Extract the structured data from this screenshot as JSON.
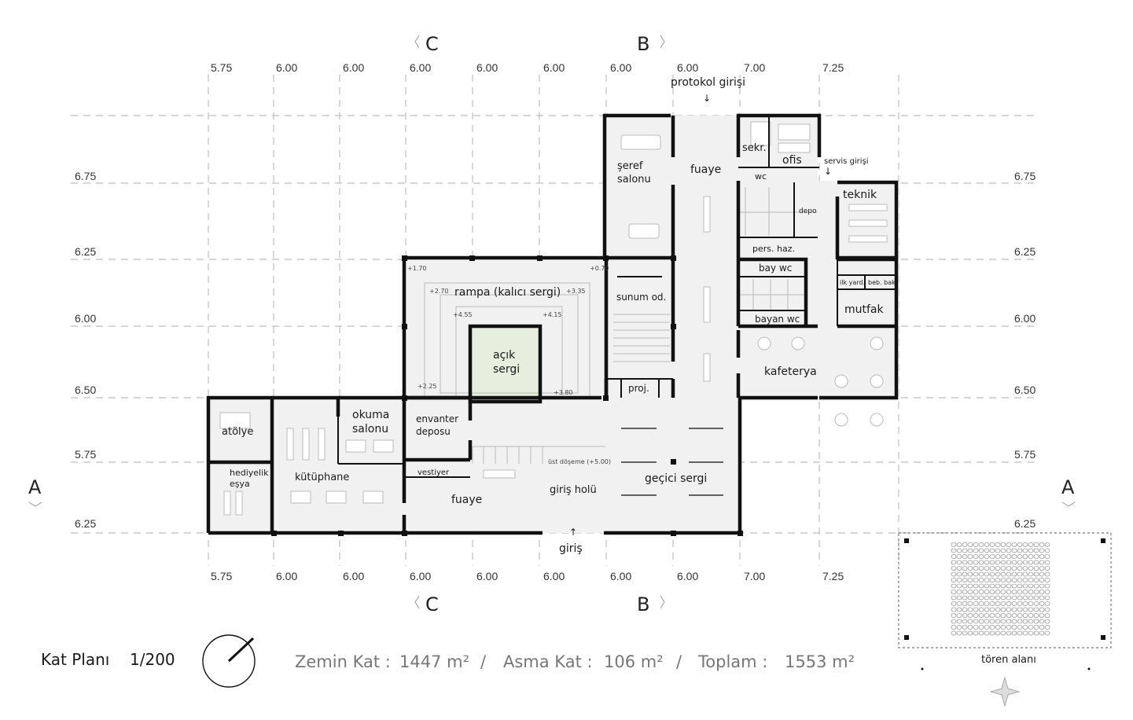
{
  "plan": {
    "title": "Kat Planı",
    "scale": "1/200"
  },
  "dimensions": {
    "columns": [
      "5.75",
      "6.00",
      "6.00",
      "6.00",
      "6.00",
      "6.00",
      "6.00",
      "6.00",
      "7.00",
      "7.25"
    ],
    "rows": [
      "6.75",
      "6.25",
      "6.00",
      "6.50",
      "5.75",
      "6.25"
    ]
  },
  "section_markers": {
    "a": "A",
    "b": "B",
    "c": "C"
  },
  "rooms": {
    "seref_salonu_1": "şeref",
    "seref_salonu_2": "salonu",
    "fuaye_top": "fuaye",
    "sekr": "sekr.",
    "ofis": "ofis",
    "wc": "wc",
    "depo": "depo",
    "pers_haz": "pers. haz.",
    "teknik": "teknik",
    "bay_wc": "bay wc",
    "bayan_wc": "bayan wc",
    "ilk_yard": "ilk yard.",
    "beb_bak": "beb. bak",
    "mutfak": "mutfak",
    "kafeterya": "kafeterya",
    "rampa": "rampa (kalıcı sergi)",
    "acik_sergi_1": "açık",
    "acik_sergi_2": "sergi",
    "sunum": "sunum od.",
    "proj": "proj.",
    "atolye": "atölye",
    "hediyelik_1": "hediyelik",
    "hediyelik_2": "eşya",
    "kutuphane": "kütüphane",
    "okuma_1": "okuma",
    "okuma_2": "salonu",
    "envanter_1": "envanter",
    "envanter_2": "deposu",
    "vestiyer": "vestiyer",
    "fuaye_bottom": "fuaye",
    "giris_holu": "giriş holü",
    "gecici_sergi": "geçici sergi",
    "ust_doseme": "üst döşeme (+5.00)",
    "toren_alani": "tören alanı"
  },
  "entrances": {
    "protokol": "protokol girişi",
    "servis": "servis girişi",
    "giris": "giriş"
  },
  "levels": {
    "l1": "+1.70",
    "l2": "+0.70",
    "l3": "+2.70",
    "l4": "+3.35",
    "l5": "+4.55",
    "l6": "+4.15",
    "l7": "+2.25",
    "l8": "+3.80"
  },
  "area_summary": {
    "zemin_label": "Zemin Kat :",
    "zemin_value": "1447 m²",
    "asma_label": "Asma Kat :",
    "asma_value": "106 m²",
    "toplam_label": "Toplam :",
    "toplam_value": "1553 m²",
    "separator": "/"
  }
}
